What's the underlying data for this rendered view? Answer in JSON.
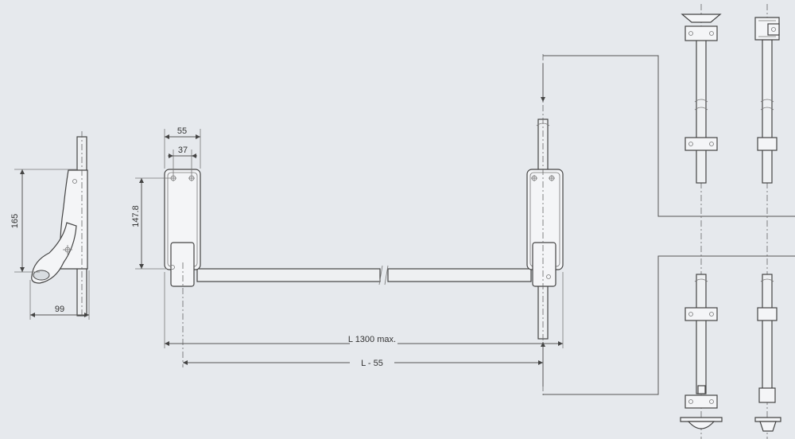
{
  "dimensions": {
    "side_height": "165",
    "side_depth": "99",
    "case_width_outer": "55",
    "case_width_inner": "37",
    "case_height": "147.8",
    "length_max": "L 1300 max.",
    "length_minus": "L - 55"
  },
  "colors": {
    "background": "#e6e9ed",
    "line": "#444444",
    "fill": "#f4f5f7"
  }
}
